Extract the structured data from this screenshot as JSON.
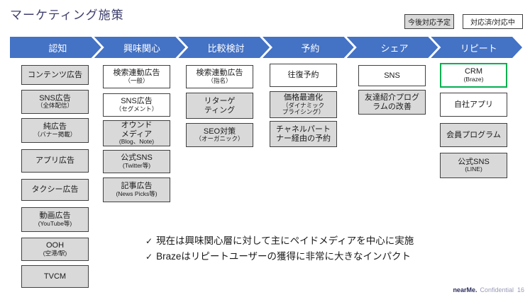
{
  "title": "マーケティング施策",
  "legend": {
    "planned": "今後対応予定",
    "done": "対応済/対応中"
  },
  "funnel": {
    "stages": [
      "認知",
      "興味関心",
      "比較検討",
      "予約",
      "シェア",
      "リピート"
    ]
  },
  "colors": {
    "funnel_blue": "#4472C4",
    "planned_bg": "#D9D9D9",
    "done_bg": "#FFFFFF",
    "highlight_border": "#00B050",
    "box_border": "#404040"
  },
  "columns": [
    {
      "stage": "認知",
      "items": [
        {
          "label": "コンテンツ広告",
          "status": "planned"
        },
        {
          "label": "SNS広告",
          "sub": "（全体配信）",
          "status": "planned"
        },
        {
          "label": "純広告",
          "sub": "（バナー掲載）",
          "status": "planned"
        },
        {
          "label": "アプリ広告",
          "status": "planned"
        },
        {
          "label": "タクシー広告",
          "status": "planned"
        },
        {
          "label": "動画広告",
          "sub": "(YouTube等)",
          "status": "planned"
        },
        {
          "label": "OOH",
          "sub": "(空港/駅)",
          "status": "planned"
        },
        {
          "label": "TVCM",
          "status": "planned"
        }
      ]
    },
    {
      "stage": "興味関心",
      "items": [
        {
          "label": "検索連動広告",
          "sub": "（一般）",
          "status": "done"
        },
        {
          "label": "SNS広告",
          "sub": "（セグメント）",
          "status": "done"
        },
        {
          "label": "オウンド\nメディア",
          "sub": "(Blog、Note)",
          "status": "planned"
        },
        {
          "label": "公式SNS",
          "sub": "(Twitter等)",
          "status": "planned"
        },
        {
          "label": "記事広告",
          "sub": "(News Picks等)",
          "status": "planned"
        }
      ]
    },
    {
      "stage": "比較検討",
      "items": [
        {
          "label": "検索連動広告",
          "sub": "（指名）",
          "status": "done"
        },
        {
          "label": "リターゲ\nティング",
          "status": "planned"
        },
        {
          "label": "SEO対策",
          "sub": "（オーガニック）",
          "status": "planned"
        }
      ]
    },
    {
      "stage": "予約",
      "items": [
        {
          "label": "往復予約",
          "status": "done"
        },
        {
          "label": "価格最適化",
          "sub": "（ダイナミック\nプライシング）",
          "status": "planned"
        },
        {
          "label": "チャネルパート\nナー経由の予約",
          "status": "planned"
        }
      ]
    },
    {
      "stage": "シェア",
      "items": [
        {
          "label": "SNS",
          "status": "done"
        },
        {
          "label": "友達紹介プログ\nラムの改善",
          "status": "planned"
        }
      ]
    },
    {
      "stage": "リピート",
      "items": [
        {
          "label": "CRM",
          "sub": "(Braze)",
          "status": "highlight"
        },
        {
          "label": "自社アプリ",
          "status": "done"
        },
        {
          "label": "会員プログラム",
          "status": "planned"
        },
        {
          "label": "公式SNS",
          "sub": "(LINE)",
          "status": "planned"
        }
      ]
    }
  ],
  "notes": [
    "現在は興味関心層に対して主にペイドメディアを中心に実施",
    "Brazeはリピートユーザーの獲得に非常に大きなインパクト"
  ],
  "check_glyph": "✓",
  "footer": {
    "brand": "nearMe.",
    "confidential": "Confidential",
    "page": "16"
  }
}
